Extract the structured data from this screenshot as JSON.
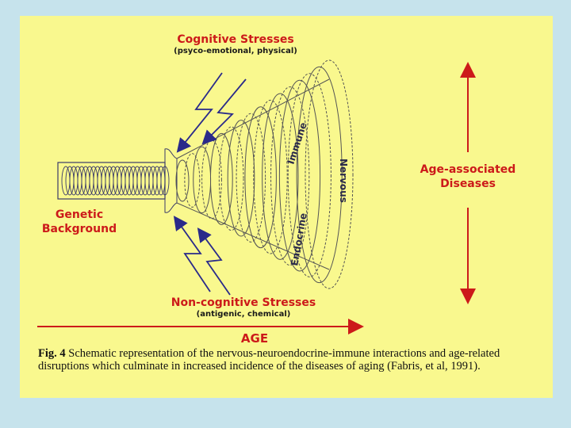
{
  "labels": {
    "cognitive_title": "Cognitive Stresses",
    "cognitive_sub": "(psyco-emotional, physical)",
    "noncognitive_title": "Non-cognitive Stresses",
    "noncognitive_sub": "(antigenic, chemical)",
    "genetic_line1": "Genetic",
    "genetic_line2": "Background",
    "age_line1": "Age-associated",
    "age_line2": "Diseases",
    "age_axis": "AGE",
    "immune": "Immune",
    "nervous": "Nervous",
    "endocrine": "Endocrine"
  },
  "caption": {
    "fig_label": "Fig. 4",
    "text": " Schematic representation of the nervous-neuroendocrine-immune interactions and age-related disruptions which culminate in increased incidence of the diseases of aging (Fabris, et al, 1991)."
  },
  "colors": {
    "background": "#c6e3ec",
    "slide": "#f9f88e",
    "label_red": "#cc1a1a",
    "label_dark": "#1a1a1a",
    "arrow_blue": "#2a2a8a",
    "line": "#555555"
  }
}
